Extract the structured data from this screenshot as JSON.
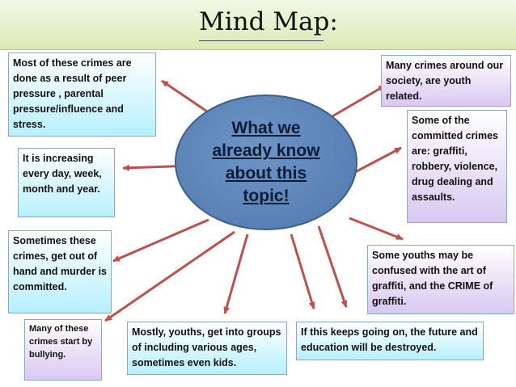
{
  "title": "Mind Map:",
  "center": "What we already know about this topic!",
  "nodes": [
    {
      "id": "peer-pressure",
      "text": "Most of these crimes are done as a result of peer pressure , parental pressure/influence and stress."
    },
    {
      "id": "increasing",
      "text": "It is increasing every day, week, month and year."
    },
    {
      "id": "murder",
      "text": "Sometimes these crimes, get out of hand and murder is committed."
    },
    {
      "id": "bullying",
      "text": "Many of these crimes start by bullying."
    },
    {
      "id": "groups",
      "text": "Mostly, youths, get into groups of including various ages, sometimes even kids."
    },
    {
      "id": "future",
      "text": "If this keeps going on, the future and education will be destroyed."
    },
    {
      "id": "graffiti",
      "text": "Some youths may be confused with the art of graffiti, and the CRIME of graffiti."
    },
    {
      "id": "committed",
      "text": "Some of the committed crimes are: graffiti, robbery, violence, drug dealing and assaults."
    },
    {
      "id": "youth-related",
      "text": "Many crimes around our society, are youth related."
    }
  ],
  "colors": {
    "arrow": "#c0504d",
    "ellipse": "#5b84bb",
    "header": "#e4eec8"
  }
}
